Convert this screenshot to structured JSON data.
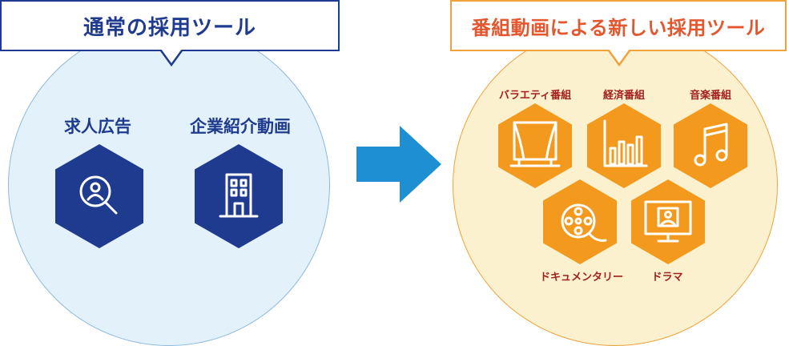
{
  "left": {
    "title": "通常の採用ツール",
    "items": [
      {
        "label": "求人広告"
      },
      {
        "label": "企業紹介動画"
      }
    ]
  },
  "right": {
    "title": "番組動画による新しい採用ツール",
    "items": [
      {
        "label": "バラエティ番組"
      },
      {
        "label": "経済番組"
      },
      {
        "label": "音楽番組"
      },
      {
        "label": "ドキュメンタリー"
      },
      {
        "label": "ドラマ"
      }
    ]
  },
  "colors": {
    "navy": "#1f3b8f",
    "orange": "#f39a1e",
    "arrow": "#1e8fd3",
    "left_fill": "#e3f1fa",
    "right_fill": "#fcf1cf",
    "red_text": "#a3201c"
  }
}
